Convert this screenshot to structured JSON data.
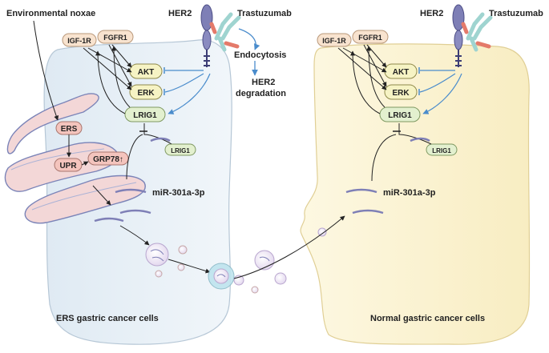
{
  "labels": {
    "environmental_noxae": "Environmental noxae",
    "her2_left": "HER2",
    "trastuzumab_left": "Trastuzumab",
    "her2_right": "HER2",
    "trastuzumab_right": "Trastuzumab",
    "endocytosis": "Endocytosis",
    "her2_degradation_line1": "HER2",
    "her2_degradation_line2": "degradation",
    "mirna_left": "miR-301a-3p",
    "mirna_right": "miR-301a-3p",
    "caption_left": "ERS gastric cancer cells",
    "caption_right": "Normal gastric cancer cells"
  },
  "left_cell": {
    "igf1r": "IGF-1R",
    "fgfr1": "FGFR1",
    "akt": "AKT",
    "erk": "ERK",
    "lrig1": "LRIG1",
    "lrig1_small": "LRIG1",
    "ers": "ERS",
    "upr": "UPR",
    "grp78": "GRP78↑"
  },
  "right_cell": {
    "igf1r": "IGF-1R",
    "fgfr1": "FGFR1",
    "akt": "AKT",
    "erk": "ERK",
    "lrig1": "LRIG1",
    "lrig1_small": "LRIG1"
  },
  "colors": {
    "left_cell_fill": "#e8f1f7",
    "right_cell_fill": "#fbf3d4",
    "pill_yellow": "#f6f3c4",
    "pill_green": "#e3f0cf",
    "pill_peach": "#f8e3cf",
    "pill_pink": "#f4c4bd",
    "inhibit_blue": "#4a8ccc",
    "er_pink": "#f3d7d7"
  }
}
